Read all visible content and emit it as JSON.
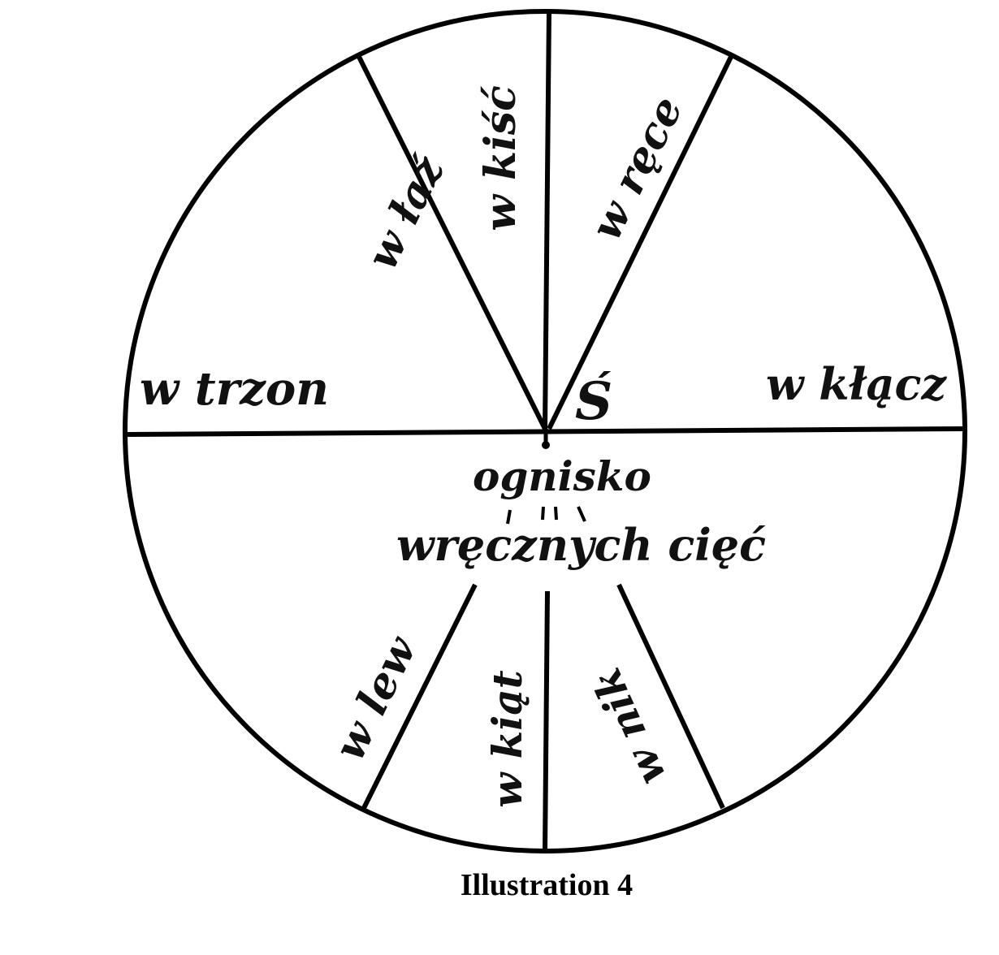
{
  "diagram": {
    "labels": {
      "w_trzon": "w trzon",
      "w_klacz": "w kłącz",
      "w_laz": "w łaź",
      "w_kisc": "w kiść",
      "w_rece": "w ręce",
      "s_mark": "Ś",
      "ognisko": "ognisko",
      "wrecznych": "wręcznych cięć",
      "w_lew": "w lew",
      "w_kiat": "w kiąt",
      "w_nik": "w nik"
    }
  },
  "caption": "Illustration 4"
}
